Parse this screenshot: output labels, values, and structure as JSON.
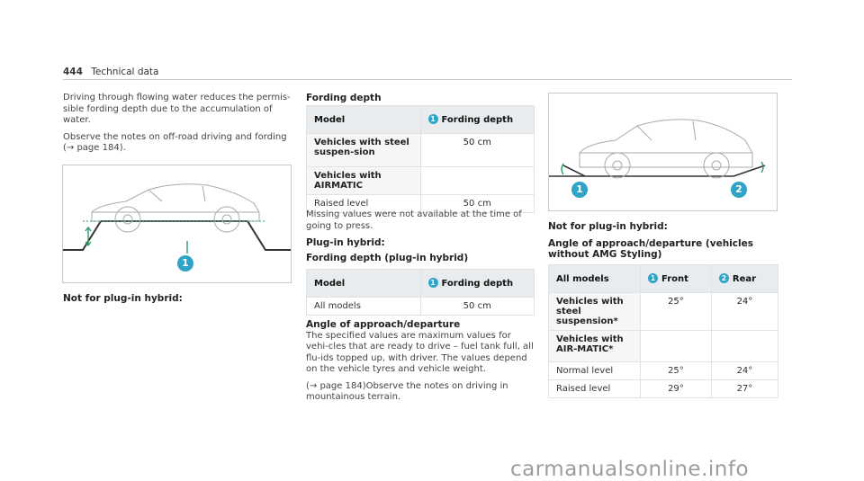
{
  "header": {
    "page_number": "444",
    "section": "Technical data"
  },
  "left": {
    "para1": "Driving through flowing water reduces the permis-sible fording depth due to the accumulation of water.",
    "para2": "Observe the notes on off-road driving and fording (→ page 184).",
    "figure_callout": "1",
    "caption": "Not for plug-in hybrid:"
  },
  "middle": {
    "heading": "Fording depth",
    "table1": {
      "col1": "Model",
      "col2_num": "1",
      "col2": "Fording depth",
      "rows": [
        {
          "label": "Vehicles with steel suspen-sion",
          "value": "50 cm",
          "sub": true
        },
        {
          "label": "Vehicles with AIRMATIC",
          "value": "",
          "sub": true
        },
        {
          "label": "Raised level",
          "value": "50 cm",
          "sub": false
        }
      ]
    },
    "note": "Missing values were not available at the time of going to press.",
    "subheading1": "Plug-in hybrid:",
    "subheading2": "Fording depth (plug-in hybrid)",
    "table2": {
      "col1": "Model",
      "col2_num": "1",
      "col2": "Fording depth",
      "rows": [
        {
          "label": "All models",
          "value": "50 cm"
        }
      ]
    },
    "heading2": "Angle of approach/departure",
    "para": "The specified values are maximum values for vehi-cles that are ready to drive – fuel tank full, all flu-ids topped up, with driver. The values depend on the vehicle tyres and vehicle weight.",
    "para_ref": "(→ page 184)Observe the notes on driving in mountainous terrain."
  },
  "right": {
    "figure_callouts": [
      "1",
      "2"
    ],
    "subheading": "Not for plug-in hybrid:",
    "heading": "Angle of approach/departure (vehicles without AMG Styling)",
    "table": {
      "col1": "All models",
      "col2_num": "1",
      "col2": "Front",
      "col3_num": "2",
      "col3": "Rear",
      "rows": [
        {
          "label": "Vehicles with steel suspension*",
          "front": "25°",
          "rear": "24°",
          "sub": true
        },
        {
          "label": "Vehicles with AIR-MATIC*",
          "front": "",
          "rear": "",
          "sub": true
        },
        {
          "label": "Normal level",
          "front": "25°",
          "rear": "24°",
          "sub": false
        },
        {
          "label": "Raised level",
          "front": "29°",
          "rear": "27°",
          "sub": false
        }
      ]
    }
  },
  "watermark": "carmanualsonline.info",
  "colors": {
    "callout": "#2fa4c6",
    "water_marker": "#2e9e68",
    "rule": "#bfc8cc"
  }
}
